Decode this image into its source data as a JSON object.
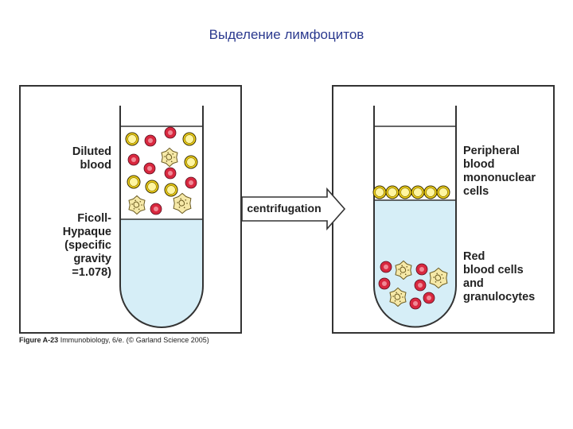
{
  "title": "Выделение лимфоцитов",
  "left_panel": {
    "label_top_lines": [
      "Diluted",
      "blood"
    ],
    "label_bottom_lines": [
      "Ficoll-",
      "Hypaque",
      "(specific",
      "gravity",
      "=1.078)"
    ]
  },
  "arrow": {
    "label": "centrifugation"
  },
  "right_panel": {
    "label_top_lines": [
      "Peripheral",
      "blood",
      "mononuclear",
      "cells"
    ],
    "label_bottom_lines": [
      "Red",
      "blood cells",
      "and",
      "granulocytes"
    ]
  },
  "caption": {
    "figure": "Figure A-23",
    "text": " Immunobiology, 6/e. (© Garland Science 2005)"
  },
  "colors": {
    "plasma": "#d6eef7",
    "red_cell": "#d8283f",
    "lymphocyte": "#f2d21b",
    "granulocyte": "#f6e9a8",
    "title": "#2b3a8f"
  }
}
